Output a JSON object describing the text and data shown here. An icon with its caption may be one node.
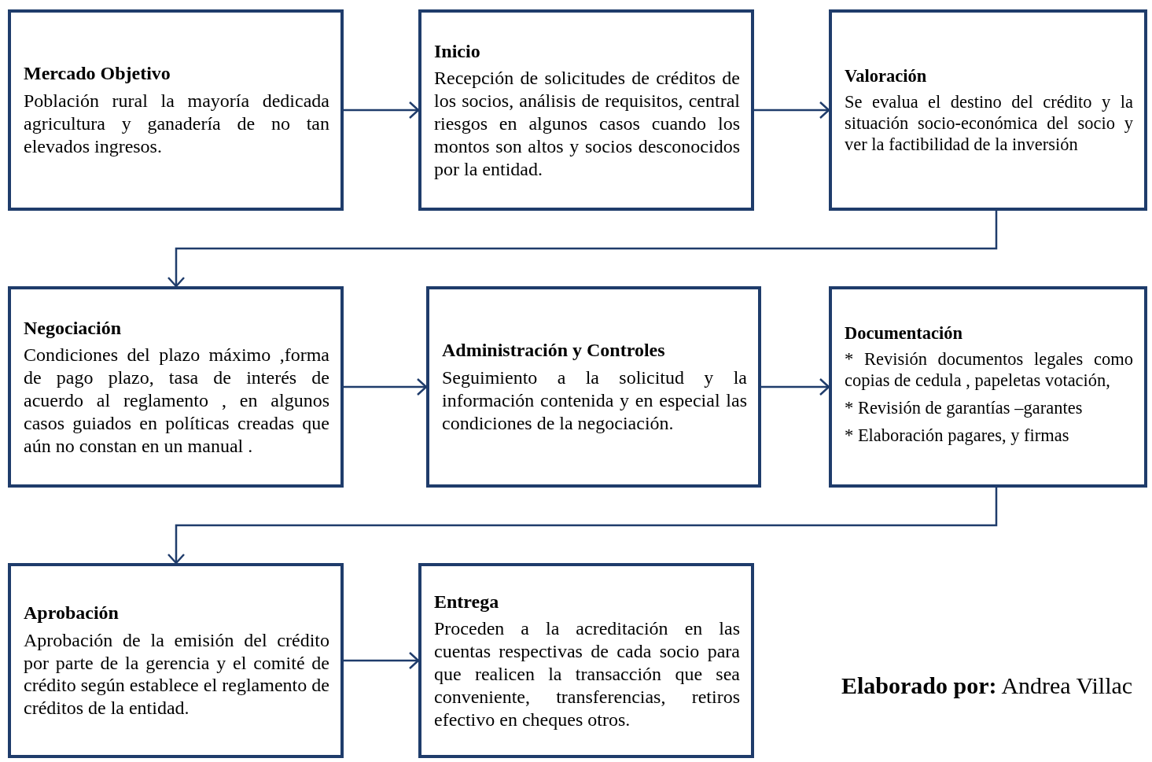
{
  "diagram": {
    "nodes": [
      {
        "text": [
          "Mercado Objetivo",
          "Población rural la mayoría dedicada agricultura y ganadería de no tan elevados ingresos."
        ]
      },
      {
        "text": [
          "Inicio",
          "Recepción de solicitudes de créditos de los socios, análisis de requisitos, central riesgos en algunos casos cuando los montos son altos y socios desconocidos por la entidad."
        ]
      },
      {
        "text": [
          "Valoración",
          "Se evalua el destino del crédito y la situación socio-económica del socio y ver la factibilidad de la inversión"
        ]
      },
      {
        "text": [
          "Negociación",
          "Condiciones del plazo máximo ,forma de pago plazo, tasa de interés de acuerdo al reglamento , en algunos casos guiados en políticas creadas que aún no constan en un manual ."
        ]
      },
      {
        "text": [
          "Administración y Controles",
          "Seguimiento a la solicitud y la información contenida y en especial las condiciones de la negociación."
        ]
      },
      {
        "text": [
          "Documentación",
          "* Revisión documentos legales como copias de cedula , papeletas votación,",
          "* Revisión de garantías –garantes",
          "* Elaboración pagares, y firmas"
        ]
      },
      {
        "text": [
          "Aprobación",
          "Aprobación de la emisión del crédito por parte de la gerencia y el comité de crédito según establece el reglamento de créditos de la entidad."
        ]
      },
      {
        "text": [
          "Entrega",
          "Proceden a la acreditación en las cuentas respectivas de cada socio para que realicen la transacción que sea conveniente, transferencias, retiros efectivo en cheques otros."
        ]
      }
    ],
    "edges": [
      {
        "from": 0,
        "to": 1,
        "arrow": "to"
      },
      {
        "from": 1,
        "to": 2,
        "arrow": "to"
      },
      {
        "from": 2,
        "to": 3,
        "arrow": "to"
      },
      {
        "from": 3,
        "to": 4,
        "arrow": "to"
      },
      {
        "from": 4,
        "to": 5,
        "arrow": "to"
      },
      {
        "from": 5,
        "to": 6,
        "arrow": "to"
      },
      {
        "from": 6,
        "to": 7,
        "arrow": "to"
      }
    ],
    "labels": [
      "**Elaborado por:** Andrea Villac"
    ]
  }
}
